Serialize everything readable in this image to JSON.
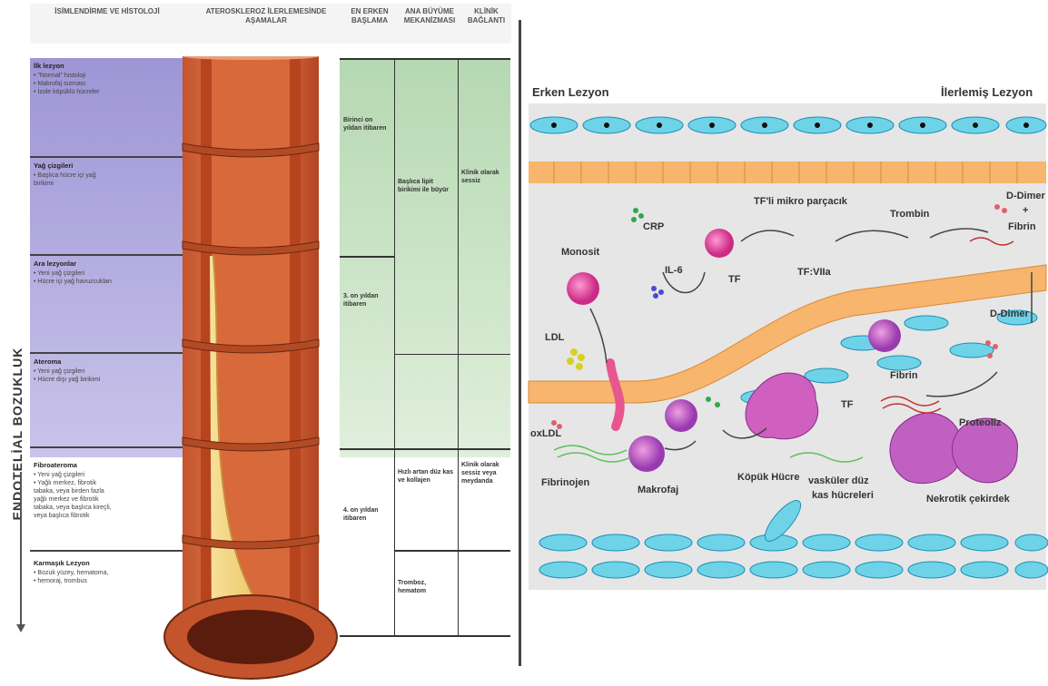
{
  "left_panel": {
    "headers": {
      "naming": "İSİMLENDİRME VE HİSTOLOJİ",
      "stages": "ATEROSKLEROZ İLERLEMESİNDE AŞAMALAR",
      "earliest": "EN ERKEN BAŞLAMA",
      "growth": "ANA BÜYÜME MEKANİZMASI",
      "clinical": "KLİNİK BAĞLANTI"
    },
    "side_label": "ENDOTELİAL BOZUKLUK",
    "stages": [
      {
        "title": "İlk lezyon",
        "lines": [
          "• \"Normal\" histoloji",
          "• Makrofaj sızması",
          "• İzole köpüklü hücreler"
        ]
      },
      {
        "title": "Yağ çizgileri",
        "lines": [
          "• Başlıca hücre içi yağ",
          "birikimi"
        ]
      },
      {
        "title": "Ara lezyonlar",
        "lines": [
          "• Yeni yağ çizgileri",
          "• Hücre içi yağ havuzcukları"
        ]
      },
      {
        "title": "Ateroma",
        "lines": [
          "• Yeni yağ çizgileri",
          "• Hücre dışı yağ birikimi"
        ]
      },
      {
        "title": "Fibroateroma",
        "lines": [
          "• Yeni yağ çizgileri",
          "• Yağlı merkez, fibrotik",
          "tabaka, veya birden fazla",
          "yağlı merkez ve fibrotik",
          "tabaka, veya başlıca kireçli,",
          "veya başlıca fibrotik"
        ]
      },
      {
        "title": "Karmaşık Lezyon",
        "lines": [
          "• Bozuk yüzey, hematoma,",
          "• hemoraj, trombus"
        ]
      }
    ],
    "earliest_onset": [
      "Birinci on yıldan itibaren",
      "3. on yıldan itibaren",
      "4. on yıldan itibaren"
    ],
    "growth_mechanism": [
      "Başlıca lipit birikimi ile büyür",
      "Hızlı artan düz kas ve kollajen",
      "Tromboz, hematom"
    ],
    "clinical": [
      "Klinik olarak sessiz",
      "Klinik olarak sessiz veya meydanda"
    ]
  },
  "right_panel": {
    "early": "Erken Lezyon",
    "advanced": "İlerlemiş Lezyon",
    "labels": {
      "crp": "CRP",
      "il6": "IL-6",
      "tf1": "TF",
      "tf_micro": "TF'li mikro parçacık",
      "tf_viia": "TF:VIIa",
      "trombin": "Trombin",
      "ddimer1": "D-Dimer",
      "plus": "+",
      "fibrin1": "Fibrin",
      "monosit": "Monosit",
      "ddimer2": "D-Dimer",
      "ldl": "LDL",
      "fibrin2": "Fibrin",
      "tf2": "TF",
      "proteoliz": "Proteoliz",
      "oxldl": "oxLDL",
      "fibrinojen": "Fibrinojen",
      "makrofaj": "Makrofaj",
      "kopuk": "Köpük Hücre",
      "vaskuler1": "vasküler düz",
      "vaskuler2": "kas hücreleri",
      "nekrotik": "Nekrotik çekirdek"
    }
  }
}
